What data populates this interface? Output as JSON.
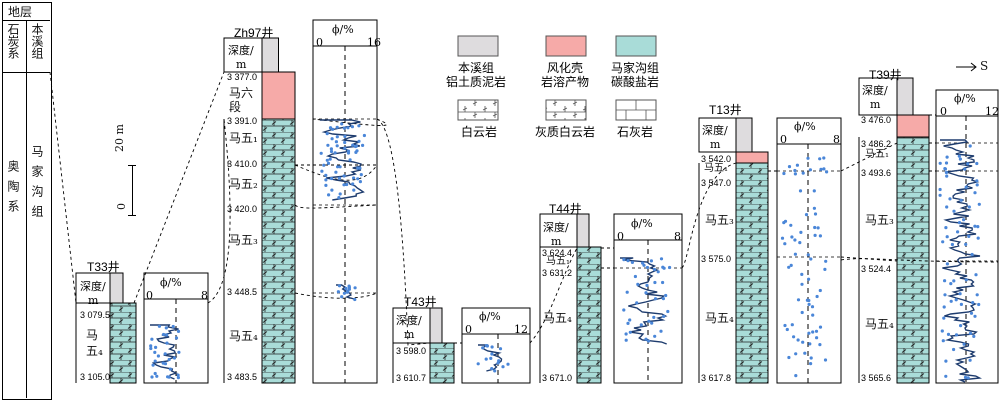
{
  "strat_header": {
    "title": "地层",
    "system_carb": "石炭系",
    "formation_benxi": "本溪组",
    "system_ord": "奥陶系",
    "formation_majiagou": "马家沟组"
  },
  "scale": {
    "label": "20 m",
    "zero": "0"
  },
  "direction": "S",
  "column_header": {
    "depth": "深度/",
    "depth_unit": "m",
    "phi": "ϕ/%"
  },
  "legend": {
    "benxi": "本溪组\n铝土质泥岩",
    "weathering": "风化壳\n岩溶产物",
    "majiagou": "马家沟组\n碳酸盐岩",
    "dolomite": "白云岩",
    "calc_dolomite": "灰质白云岩",
    "limestone": "石灰岩"
  },
  "colors": {
    "benxi": "#dedcde",
    "weathering": "#f6aaa8",
    "carbonate": "#a9dcd8",
    "curve": "#1e3c6e",
    "points": "#4a86d8"
  },
  "wells": [
    {
      "name": "T33井",
      "phi_max": "8",
      "depths": [
        "3 079.5",
        "3 105.0"
      ],
      "units": [
        "马\n五₄"
      ]
    },
    {
      "name": "Zh97井",
      "phi_max": "16",
      "depths": [
        "3 377.0",
        "3 391.0",
        "3 410.0",
        "3 420.0",
        "3 448.5",
        "3 483.5"
      ],
      "units": [
        "马六\n段",
        "马五₁",
        "马五₂",
        "马五₃",
        "马五₄"
      ]
    },
    {
      "name": "T43井",
      "phi_max": "12",
      "depths": [
        "3 598.0",
        "3 610.7"
      ]
    },
    {
      "name": "T44井",
      "phi_max": "8",
      "depths": [
        "3 624.4",
        "3 631.2",
        "3 671.0"
      ],
      "units": [
        "马五₁",
        "马五₄"
      ]
    },
    {
      "name": "T13井",
      "phi_max": "8",
      "depths": [
        "3 542.0",
        "3 547.0",
        "3 575.0",
        "3 617.8"
      ],
      "units": [
        "马五₁",
        "马五₃",
        "马五₄"
      ]
    },
    {
      "name": "T39井",
      "phi_max": "12",
      "depths": [
        "3 476.0",
        "3 486.2",
        "3 493.6",
        "3 524.4",
        "3 565.6"
      ],
      "units": [
        "马五₁",
        "马五₃",
        "马五₄"
      ]
    }
  ]
}
